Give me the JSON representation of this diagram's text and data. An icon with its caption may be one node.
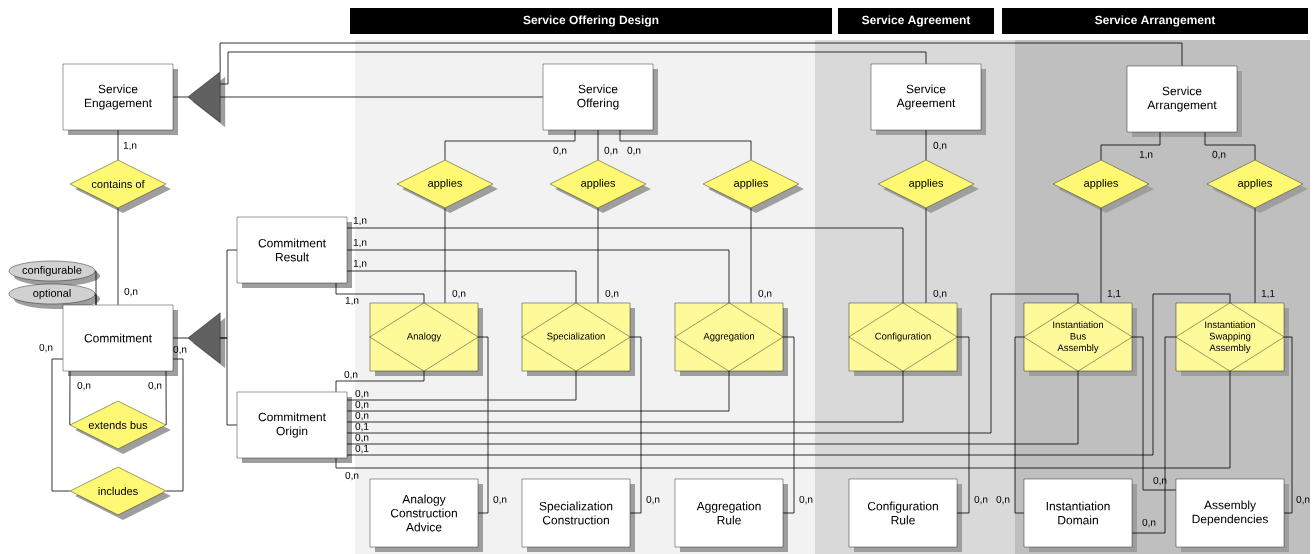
{
  "diagram": {
    "nodes": [
      {
        "text": [
          "Service Offering Design"
        ]
      },
      {
        "text": [
          "Service Agreement"
        ]
      },
      {
        "text": [
          "Service Arrangement"
        ]
      },
      {
        "text": [
          "Service Engagement"
        ]
      },
      {
        "text": [
          "Service Offering"
        ]
      },
      {
        "text": [
          "Service Agreement"
        ]
      },
      {
        "text": [
          "Service Arrangement"
        ]
      },
      {
        "text": [],
        "shape": "triangle"
      },
      {
        "text": [
          "contains of"
        ]
      },
      {
        "text": [
          "applies"
        ]
      },
      {
        "text": [
          "applies"
        ]
      },
      {
        "text": [
          "applies"
        ]
      },
      {
        "text": [
          "applies"
        ]
      },
      {
        "text": [
          "applies"
        ]
      },
      {
        "text": [
          "applies"
        ]
      },
      {
        "text": [
          "Commitment Result"
        ]
      },
      {
        "text": [
          "configurable"
        ]
      },
      {
        "text": [
          "optional"
        ]
      },
      {
        "text": [
          "Commitment"
        ]
      },
      {
        "text": [],
        "shape": "triangle"
      },
      {
        "text": [
          "Analogy"
        ]
      },
      {
        "text": [
          "Specialization"
        ]
      },
      {
        "text": [
          "Aggregation"
        ]
      },
      {
        "text": [
          "Configuration"
        ]
      },
      {
        "text": [
          "Instantiation Bus Assembly"
        ]
      },
      {
        "text": [
          "Instantiation Swapping Assembly"
        ]
      },
      {
        "text": [
          "extends bus"
        ]
      },
      {
        "text": [
          "Commitment Origin"
        ]
      },
      {
        "text": [
          "includes"
        ]
      },
      {
        "text": [
          "Analogy Construction Advice"
        ]
      },
      {
        "text": [
          "Specialization Construction"
        ]
      },
      {
        "text": [
          "Aggregation Rule"
        ]
      },
      {
        "text": [
          "Configuration Rule"
        ]
      },
      {
        "text": [
          "Instantiation Domain"
        ]
      },
      {
        "text": [
          "Assembly Dependencies"
        ]
      }
    ],
    "edges": [
      {
        "from": 3,
        "to": 7,
        "arrow": "none"
      },
      {
        "from": 4,
        "to": 7,
        "arrow": "none"
      },
      {
        "from": 5,
        "to": 7,
        "arrow": "none"
      },
      {
        "from": 6,
        "to": 7,
        "arrow": "none"
      },
      {
        "from": 3,
        "to": 8,
        "arrow": "none",
        "label": "1,n"
      },
      {
        "from": 8,
        "to": 18,
        "arrow": "none",
        "label": "0,n"
      },
      {
        "from": 16,
        "to": 18,
        "arrow": "none"
      },
      {
        "from": 17,
        "to": 18,
        "arrow": "none"
      },
      {
        "from": 18,
        "to": 19,
        "arrow": "none",
        "label": "0,n"
      },
      {
        "from": 15,
        "to": 19,
        "arrow": "none"
      },
      {
        "from": 27,
        "to": 19,
        "arrow": "none"
      },
      {
        "from": 18,
        "to": 26,
        "arrow": "none",
        "label": "0,n"
      },
      {
        "from": 18,
        "to": 26,
        "arrow": "none",
        "label": "0,n"
      },
      {
        "from": 18,
        "to": 28,
        "arrow": "none",
        "label": "0,n"
      },
      {
        "from": 18,
        "to": 28,
        "arrow": "none"
      },
      {
        "from": 4,
        "to": 9,
        "arrow": "none",
        "label": "0,n"
      },
      {
        "from": 4,
        "to": 10,
        "arrow": "none",
        "label": "0,n"
      },
      {
        "from": 4,
        "to": 11,
        "arrow": "none",
        "label": "0,n"
      },
      {
        "from": 9,
        "to": 20,
        "arrow": "none",
        "label": "0,n"
      },
      {
        "from": 10,
        "to": 21,
        "arrow": "none",
        "label": "0,n"
      },
      {
        "from": 11,
        "to": 22,
        "arrow": "none",
        "label": "0,n"
      },
      {
        "from": 5,
        "to": 12,
        "arrow": "none",
        "label": "0,n"
      },
      {
        "from": 12,
        "to": 23,
        "arrow": "none",
        "label": "0,n"
      },
      {
        "from": 6,
        "to": 13,
        "arrow": "none",
        "label": "1,n"
      },
      {
        "from": 6,
        "to": 14,
        "arrow": "none",
        "label": "0,n"
      },
      {
        "from": 13,
        "to": 24,
        "arrow": "none",
        "label": "1,1"
      },
      {
        "from": 14,
        "to": 25,
        "arrow": "none",
        "label": "1,1"
      },
      {
        "from": 15,
        "to": 20,
        "arrow": "none",
        "label": "1,n"
      },
      {
        "from": 15,
        "to": 21,
        "arrow": "none",
        "label": "1,n"
      },
      {
        "from": 15,
        "to": 22,
        "arrow": "none",
        "label": "1,n"
      },
      {
        "from": 15,
        "to": 23,
        "arrow": "none",
        "label": "1,n"
      },
      {
        "from": 27,
        "to": 20,
        "arrow": "none",
        "label": "0,n"
      },
      {
        "from": 27,
        "to": 21,
        "arrow": "none",
        "label": "0,n"
      },
      {
        "from": 27,
        "to": 22,
        "arrow": "none",
        "label": "0,n"
      },
      {
        "from": 27,
        "to": 23,
        "arrow": "none",
        "label": "0,n"
      },
      {
        "from": 27,
        "to": 24,
        "arrow": "none",
        "label": "0,1"
      },
      {
        "from": 27,
        "to": 24,
        "arrow": "none",
        "label": "0,n"
      },
      {
        "from": 27,
        "to": 25,
        "arrow": "none",
        "label": "0,1"
      },
      {
        "from": 27,
        "to": 25,
        "arrow": "none",
        "label": "0,n"
      },
      {
        "from": 20,
        "to": 29,
        "arrow": "none",
        "label": "0,n"
      },
      {
        "from": 21,
        "to": 30,
        "arrow": "none",
        "label": "0,n"
      },
      {
        "from": 22,
        "to": 31,
        "arrow": "none",
        "label": "0,n"
      },
      {
        "from": 23,
        "to": 32,
        "arrow": "none",
        "label": "0,n"
      },
      {
        "from": 24,
        "to": 33,
        "arrow": "none",
        "label": "0,n"
      },
      {
        "from": 24,
        "to": 34,
        "arrow": "none",
        "label": "0,n"
      },
      {
        "from": 25,
        "to": 33,
        "arrow": "none",
        "label": "0,n"
      },
      {
        "from": 25,
        "to": 34,
        "arrow": "none",
        "label": "0,n"
      }
    ]
  }
}
